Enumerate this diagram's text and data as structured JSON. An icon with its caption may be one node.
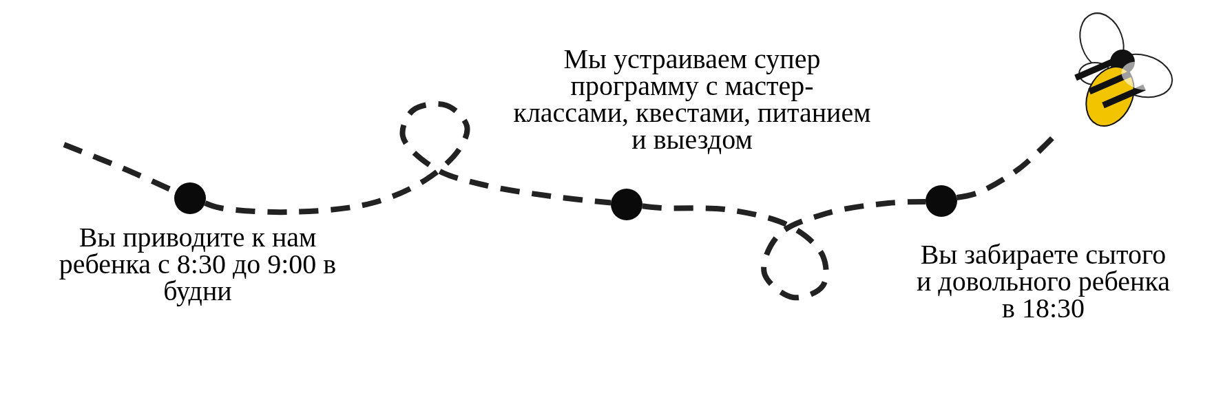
{
  "diagram": {
    "nodes": [
      {
        "text": [],
        "shape": "circle",
        "beside": [
          "Вы приводите к нам ребенка с 8:30 до 9:00 в будни"
        ]
      },
      {
        "text": [],
        "shape": "circle",
        "beside": [
          "Мы устраиваем супер программу с мастер-классами, квестами, питанием и выездом"
        ]
      },
      {
        "text": [],
        "shape": "circle",
        "beside": [
          "Вы забираете сытого и довольного ребенка в 18:30"
        ]
      },
      {
        "text": [],
        "shape": "picture"
      }
    ],
    "edges": [
      {
        "from": null,
        "to": 0,
        "arrow": "none",
        "style": "dashed"
      },
      {
        "from": 0,
        "to": 1,
        "arrow": "none",
        "style": "dashed"
      },
      {
        "from": 1,
        "to": 2,
        "arrow": "none",
        "style": "dashed"
      },
      {
        "from": 2,
        "to": 3,
        "arrow": "none",
        "style": "dashed"
      }
    ]
  }
}
